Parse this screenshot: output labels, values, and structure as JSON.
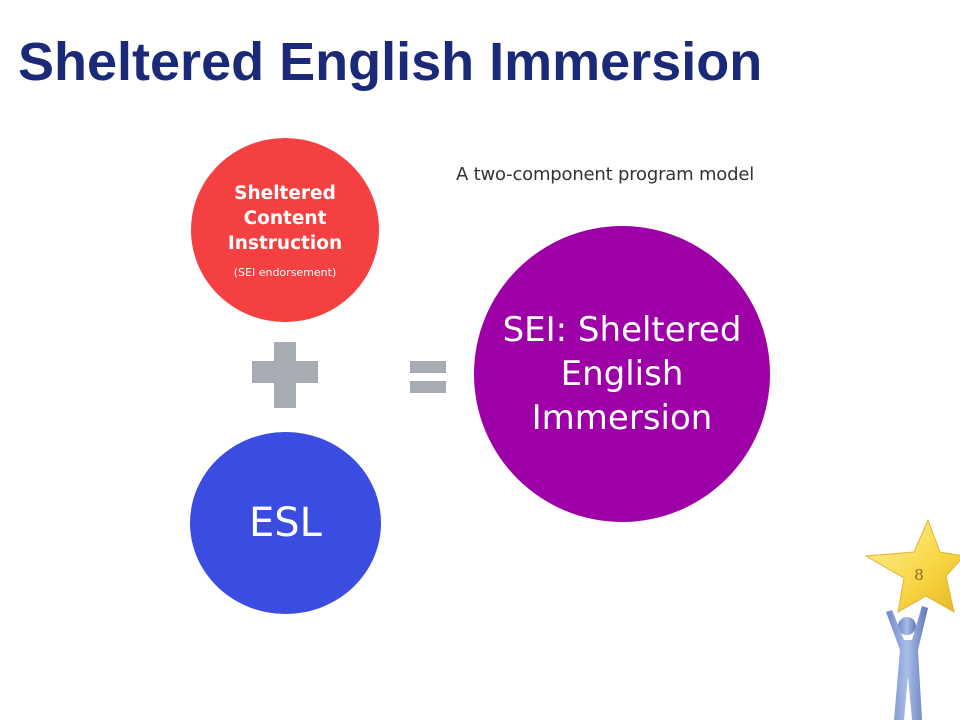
{
  "slide": {
    "title": "Sheltered English Immersion",
    "page_number": "8"
  },
  "diagram": {
    "subtitle": "A two-component program model",
    "components": [
      {
        "label": "Sheltered Content Instruction",
        "note": "(SEI endorsement)",
        "color": "#f44040"
      },
      {
        "label": "ESL",
        "color": "#3a4de0"
      }
    ],
    "result": {
      "label": "SEI: Sheltered English Immersion",
      "color": "#9c00a6"
    },
    "operators": [
      "plus-icon",
      "equals-icon"
    ],
    "operator_color": "#a7abb4",
    "decoration": "star-person-icon",
    "title_color": "#1a2a78"
  }
}
